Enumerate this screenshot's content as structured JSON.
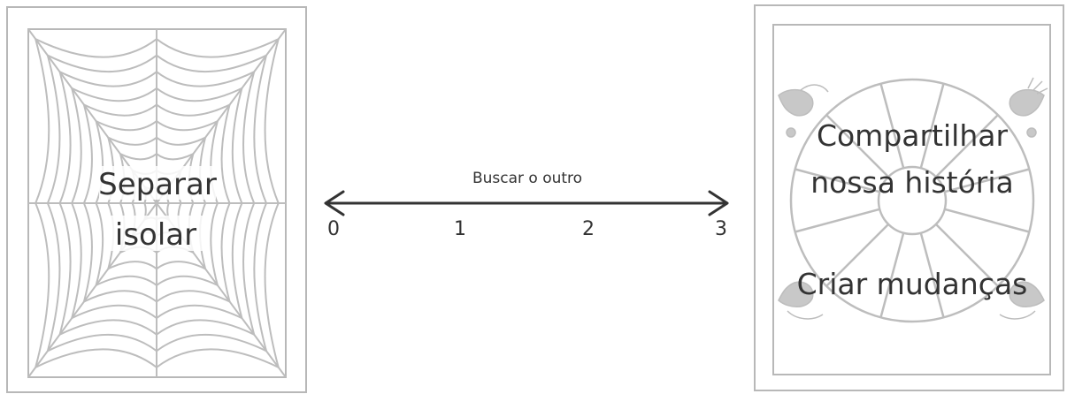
{
  "left_panel": {
    "lines": [
      "Separar",
      "isolar"
    ]
  },
  "scale": {
    "label": "Buscar o outro",
    "ticks": [
      "0",
      "1",
      "2",
      "3"
    ]
  },
  "right_panel": {
    "top_lines": [
      "Compartilhar",
      "nossa história"
    ],
    "bottom_line": "Criar mudanças"
  },
  "colors": {
    "frame": "#b8b8b8",
    "web": "#bdbdbd",
    "arrow": "#333333",
    "text": "#333333"
  }
}
